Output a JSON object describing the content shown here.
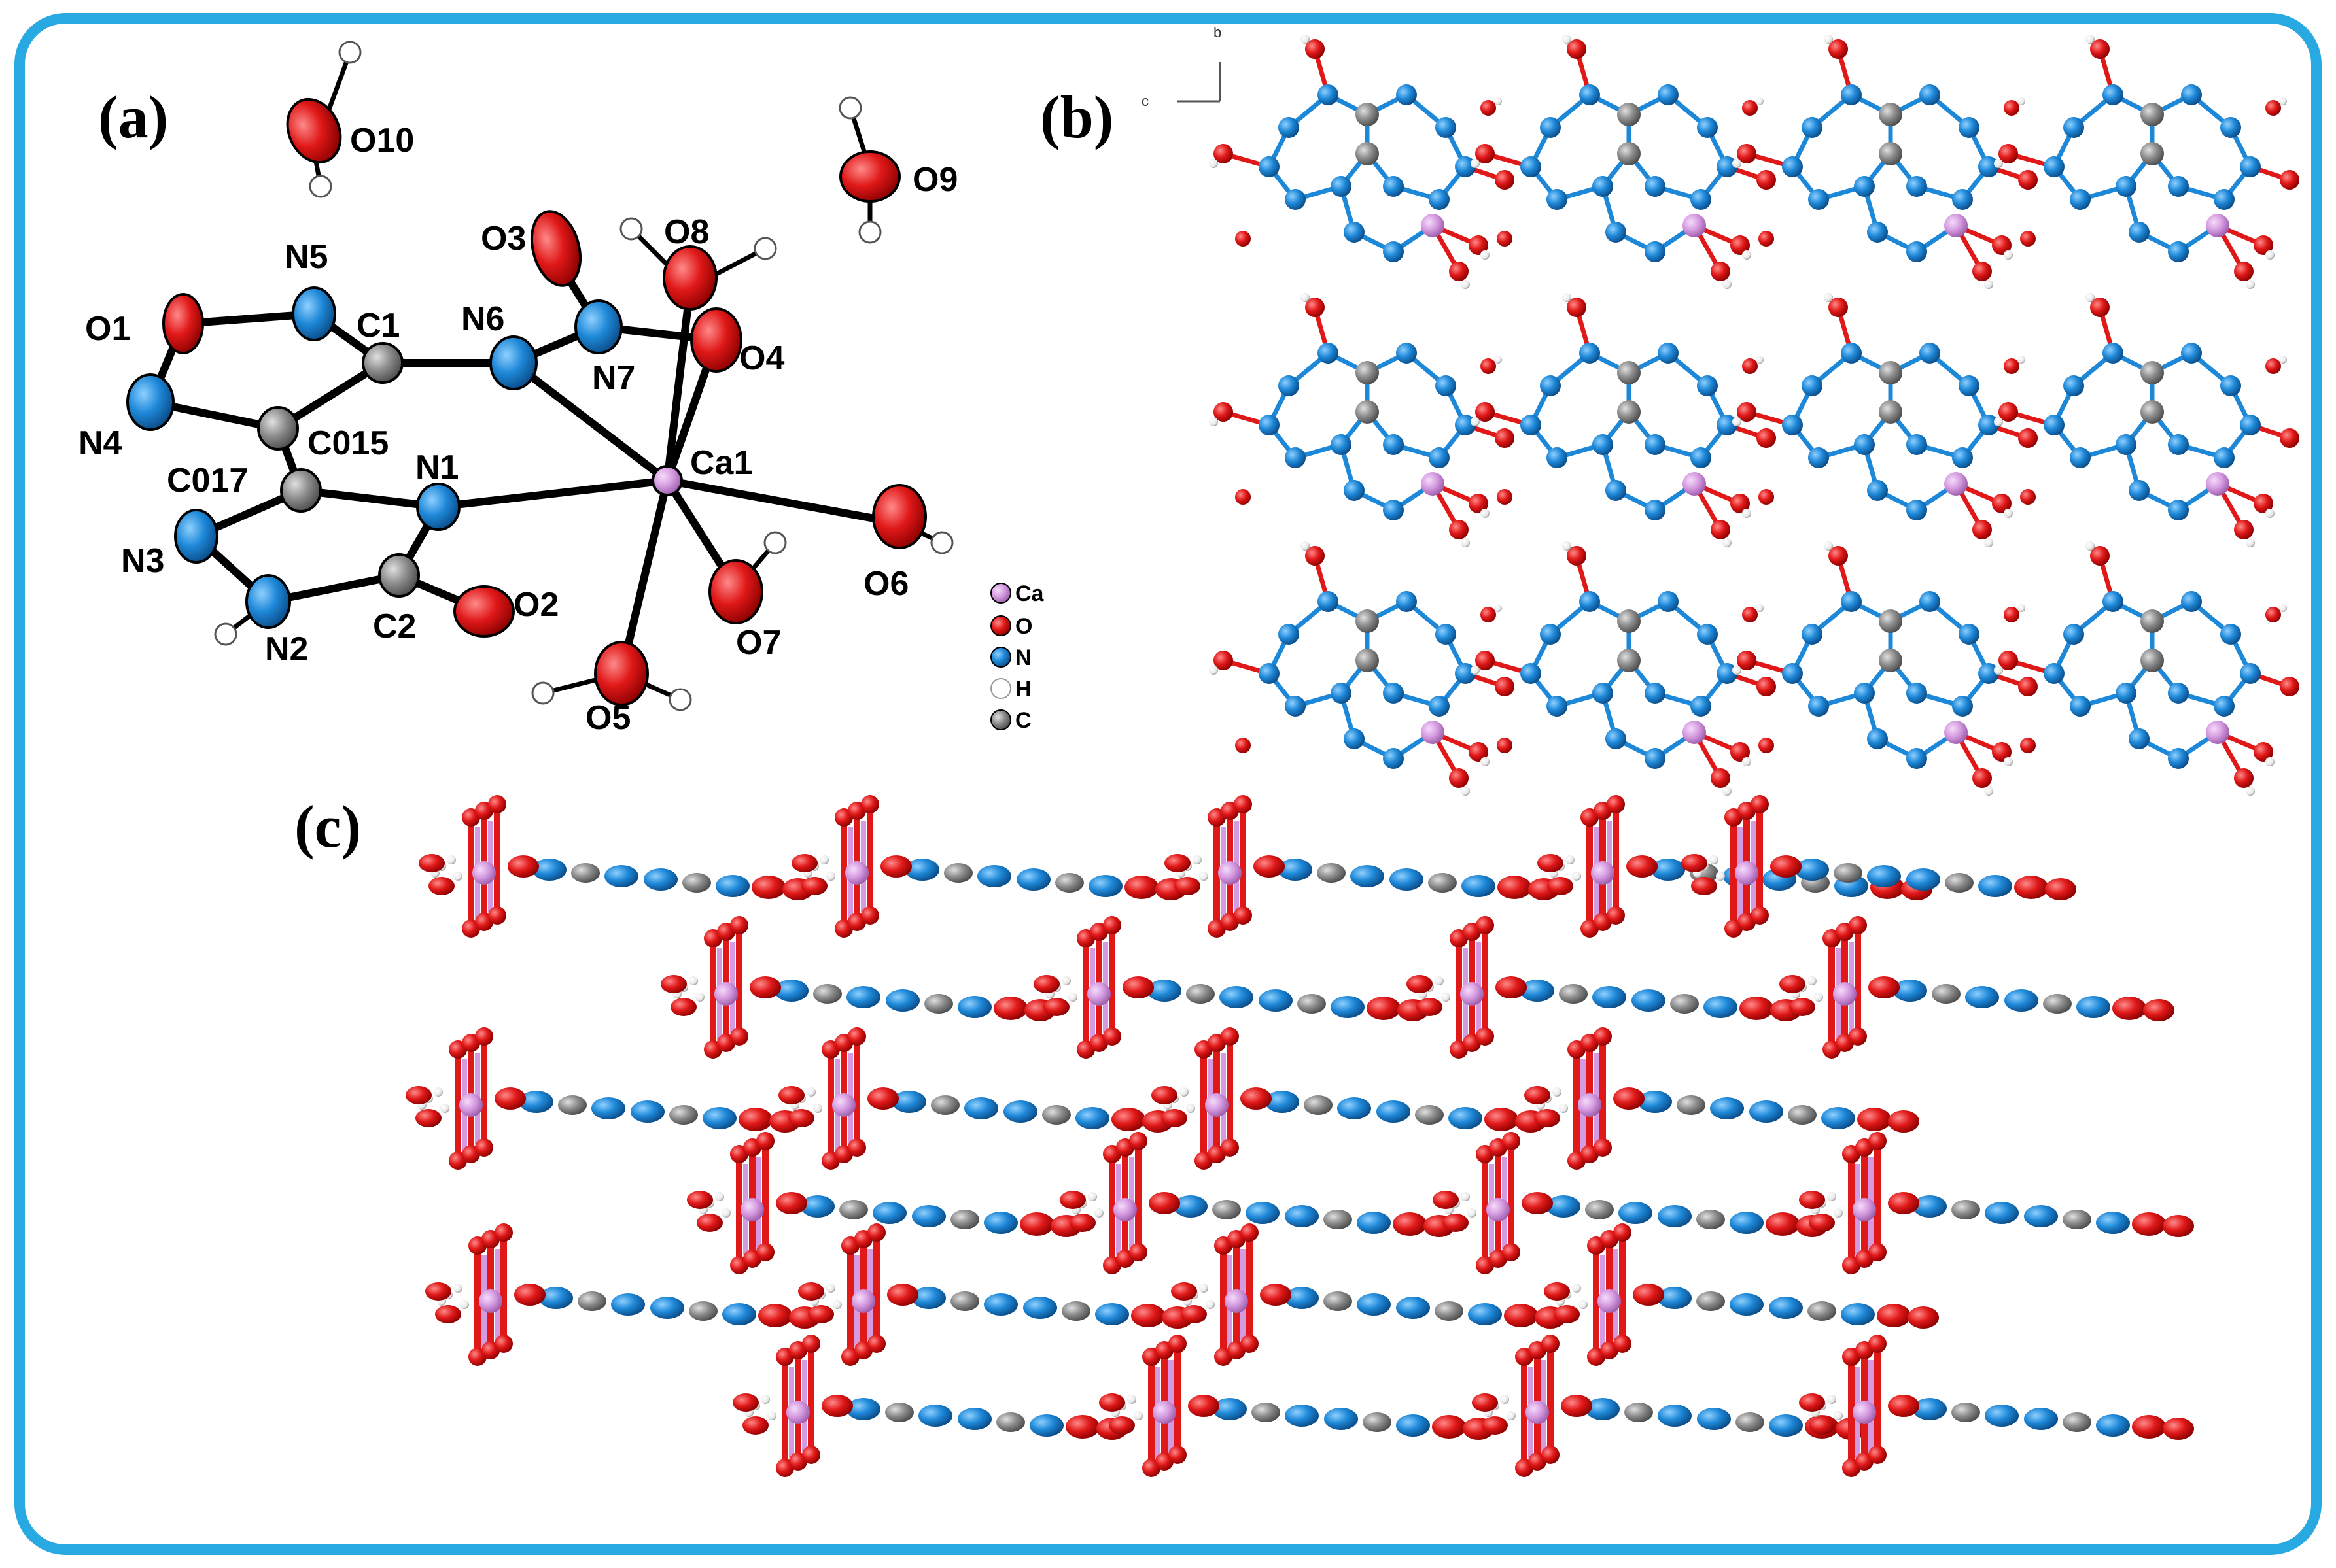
{
  "panels": [
    {
      "id": "a",
      "label": "(a)"
    },
    {
      "id": "b",
      "label": "(b)"
    },
    {
      "id": "c",
      "label": "(c)"
    }
  ],
  "axes": {
    "b": "b",
    "c": "c"
  },
  "atoms": {
    "O10": "O10",
    "O9": "O9",
    "O3": "O3",
    "O8": "O8",
    "N5": "N5",
    "O1": "O1",
    "C1": "C1",
    "N6": "N6",
    "O4": "O4",
    "N7": "N7",
    "N4": "N4",
    "C015": "C015",
    "Ca1": "Ca1",
    "C017": "C017",
    "N1": "N1",
    "N3": "N3",
    "O6": "O6",
    "O2": "O2",
    "C2": "C2",
    "N2": "N2",
    "O7": "O7",
    "O5": "O5"
  },
  "legend": [
    {
      "symbol": "Ca",
      "color": "#d59be0"
    },
    {
      "symbol": "O",
      "color": "#e01818"
    },
    {
      "symbol": "N",
      "color": "#1e88d8"
    },
    {
      "symbol": "H",
      "color": "#ffffff"
    },
    {
      "symbol": "C",
      "color": "#9a9a9a"
    }
  ],
  "colors": {
    "frame": "#29a9e1",
    "oxygen": "#e01818",
    "nitrogen": "#1e88d8",
    "carbon": "#8c8c8c",
    "calcium": "#d59be0",
    "hydrogen": "#e8e8e8",
    "bond": "#000000"
  }
}
